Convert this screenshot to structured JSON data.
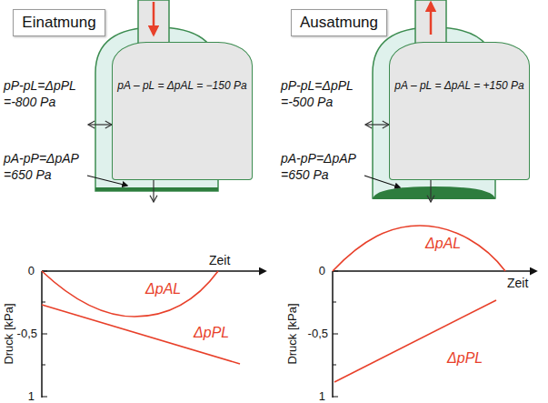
{
  "diagram": {
    "nodes": [
      {
        "text": [
          "Einatmung"
        ]
      },
      {
        "text": [
          "pA – pL = ΔpAL = −150 Pa"
        ]
      },
      {
        "text": [
          "Ausatmung"
        ]
      },
      {
        "text": [
          "pA – pL = ΔpAL = +150 Pa"
        ]
      }
    ],
    "edges": [],
    "labels": [
      "pP-pL=ΔpPL =-800 Pa",
      "pA-pP=ΔpAP =650 Pa",
      "Zeit",
      "0",
      "-0,5",
      "1",
      "Druck [kPa]",
      "ΔpAL",
      "ΔpPL",
      "pP-pL=ΔpPL =-500 Pa",
      "pA-pP=ΔpAP =650 Pa",
      "Zeit",
      "0",
      "-0,5",
      "1",
      "Druck [kPa]",
      "ΔpAL",
      "ΔpPL"
    ]
  }
}
